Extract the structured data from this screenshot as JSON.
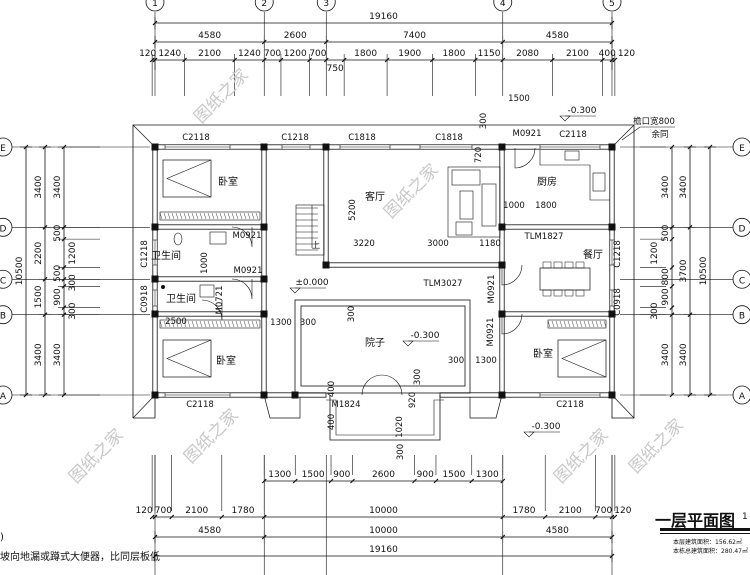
{
  "title": "一层平面图",
  "scale_label": "1",
  "area_notes": [
    "本层建筑面积：156.62㎡",
    "本栋总建筑面积：280.47㎡"
  ],
  "notes": [
    ")",
    "坡向地漏或蹲式大便器，比同层板低"
  ],
  "watermark": "图纸之家",
  "axes": {
    "columns": [
      "1",
      "2",
      "3",
      "4",
      "5"
    ],
    "rows": [
      "E",
      "D",
      "C",
      "B",
      "A"
    ]
  },
  "dimensions": {
    "top_overall": [
      19160
    ],
    "top_axes": [
      4580,
      2600,
      7400,
      4580
    ],
    "top_detail": [
      120,
      1240,
      2100,
      1240,
      700,
      1200,
      700,
      750,
      1800,
      1900,
      1800,
      1150,
      2080,
      2100,
      400,
      120
    ],
    "bottom_front": [
      1300,
      1500,
      900,
      2600,
      900,
      1500,
      1300
    ],
    "bottom_detail": [
      120,
      700,
      2100,
      1780,
      10000,
      1780,
      2100,
      700,
      120
    ],
    "bottom_axes": [
      4580,
      10000,
      4580
    ],
    "bottom_overall": [
      19160
    ],
    "left_overall": [
      10500
    ],
    "left_axes": [
      3400,
      2200,
      1500,
      3400
    ],
    "left_detail": [
      3400,
      500,
      1200,
      500,
      300,
      900,
      300,
      3400
    ],
    "right_detail": [
      3400,
      500,
      1200,
      800,
      900,
      300,
      3400
    ],
    "right_axes": [
      3400,
      3700,
      3400
    ],
    "right_overall": [
      10500
    ]
  },
  "rooms": [
    "卧室",
    "客厅",
    "厨房",
    "餐厅",
    "卫生间",
    "卫生间",
    "卧室",
    "院子",
    "卧室"
  ],
  "levels": [
    "±0.000",
    "-0.300",
    "-0.300",
    "-0.300"
  ],
  "labels": [
    "C2118",
    "C1218",
    "C1818",
    "C1818",
    "M0921",
    "C2118",
    "M0921",
    "M0921",
    "C1218",
    "C0918",
    "M0721",
    "1000",
    "TLM1827",
    "TLM3027",
    "M0921",
    "M0921",
    "C1218",
    "C0918",
    "M1824",
    "C2118",
    "C2118",
    "5200",
    "3220",
    "3000",
    "1180",
    "1000",
    "1800",
    "720",
    "300",
    "1500",
    "1300",
    "300",
    "300",
    "1300",
    "300",
    "400",
    "400",
    "920",
    "1020",
    "300",
    "300",
    "2500",
    "檐口宽800",
    "余同",
    "上"
  ]
}
